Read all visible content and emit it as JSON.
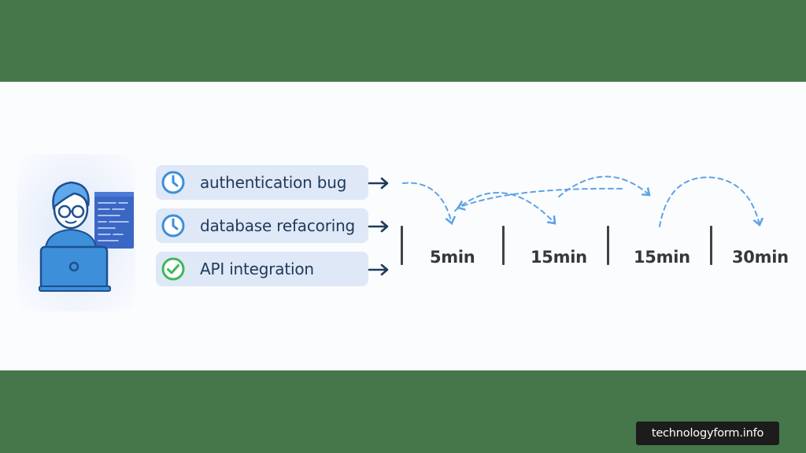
{
  "tasks": [
    {
      "label": "authentication bug",
      "status": "pending",
      "icon": "clock-icon"
    },
    {
      "label": "database refacoring",
      "status": "pending",
      "icon": "clock-icon"
    },
    {
      "label": "API integration",
      "status": "done",
      "icon": "check-circle-icon"
    }
  ],
  "durations": [
    "5min",
    "15min",
    "15min",
    "30min"
  ],
  "watermark": "technologyform.info",
  "colors": {
    "frame": "#46774b",
    "accent_blue": "#3d8fd9",
    "check_green": "#3db85a",
    "task_bg": "#dfe8f6",
    "text_dark": "#213a5c"
  }
}
